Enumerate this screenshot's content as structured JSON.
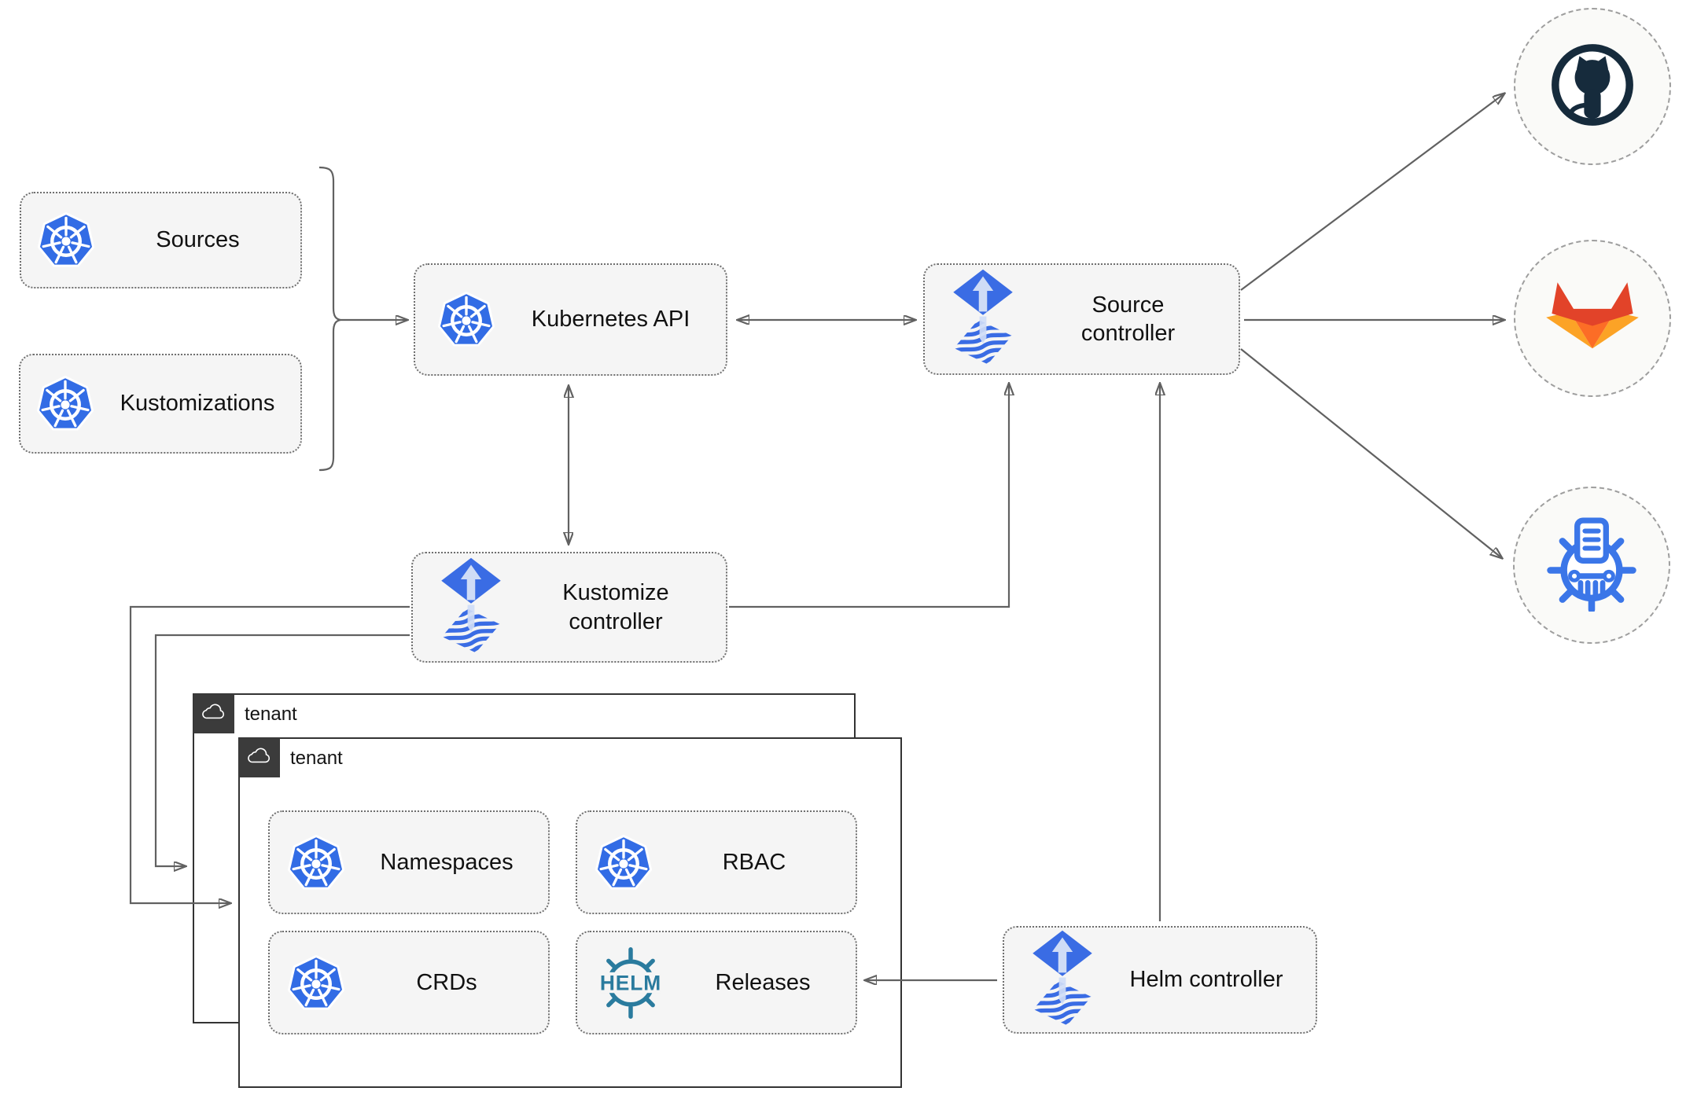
{
  "diagram": {
    "colors": {
      "node_fill": "#f5f5f5",
      "node_border": "#6f6f6f",
      "connector": "#616161",
      "tenant_border": "#333333",
      "tenant_tab_fill": "#3b3b3b",
      "kubernetes_blue": "#326ce5",
      "flux_blue": "#3a6ce4",
      "flux_light": "#cfdcf6",
      "helm_teal": "#2a7b9e",
      "github_navy": "#162b3c",
      "gitlab_red": "#e24329",
      "gitlab_orange": "#fc6d26",
      "gitlab_amber": "#fca326",
      "repo_blue": "#3b76e8",
      "endpoint_fill": "#fafaf8",
      "endpoint_border": "#9e9e9e"
    },
    "nodes": {
      "sources": {
        "label": "Sources"
      },
      "kustomizations": {
        "label": "Kustomizations"
      },
      "kubernetes_api": {
        "label": "Kubernetes API"
      },
      "source_controller": {
        "label": "Source controller"
      },
      "kustomize_controller": {
        "label": "Kustomize controller"
      },
      "helm_controller": {
        "label": "Helm controller"
      },
      "namespaces": {
        "label": "Namespaces"
      },
      "rbac": {
        "label": "RBAC"
      },
      "crds": {
        "label": "CRDs"
      },
      "releases": {
        "label": "Releases"
      }
    },
    "groups": {
      "tenant_back": {
        "label": "tenant"
      },
      "tenant_front": {
        "label": "tenant"
      }
    },
    "helm_logo_text": "HELM",
    "edges": [
      {
        "from": "sources-kustomizations-bracket",
        "to": "kubernetes-api",
        "type": "arrow"
      },
      {
        "from": "kubernetes-api",
        "to": "source-controller",
        "type": "double-arrow"
      },
      {
        "from": "kubernetes-api",
        "to": "kustomize-controller",
        "type": "double-arrow"
      },
      {
        "from": "kustomize-controller",
        "to": "source-controller",
        "type": "arrow"
      },
      {
        "from": "kustomize-controller",
        "to": "tenant-front",
        "type": "arrow"
      },
      {
        "from": "kustomize-controller",
        "to": "tenant-back",
        "type": "arrow"
      },
      {
        "from": "helm-controller",
        "to": "source-controller",
        "type": "arrow"
      },
      {
        "from": "helm-controller",
        "to": "releases",
        "type": "arrow"
      },
      {
        "from": "source-controller",
        "to": "github",
        "type": "arrow"
      },
      {
        "from": "source-controller",
        "to": "gitlab",
        "type": "arrow"
      },
      {
        "from": "source-controller",
        "to": "helm-repository",
        "type": "arrow"
      }
    ]
  }
}
